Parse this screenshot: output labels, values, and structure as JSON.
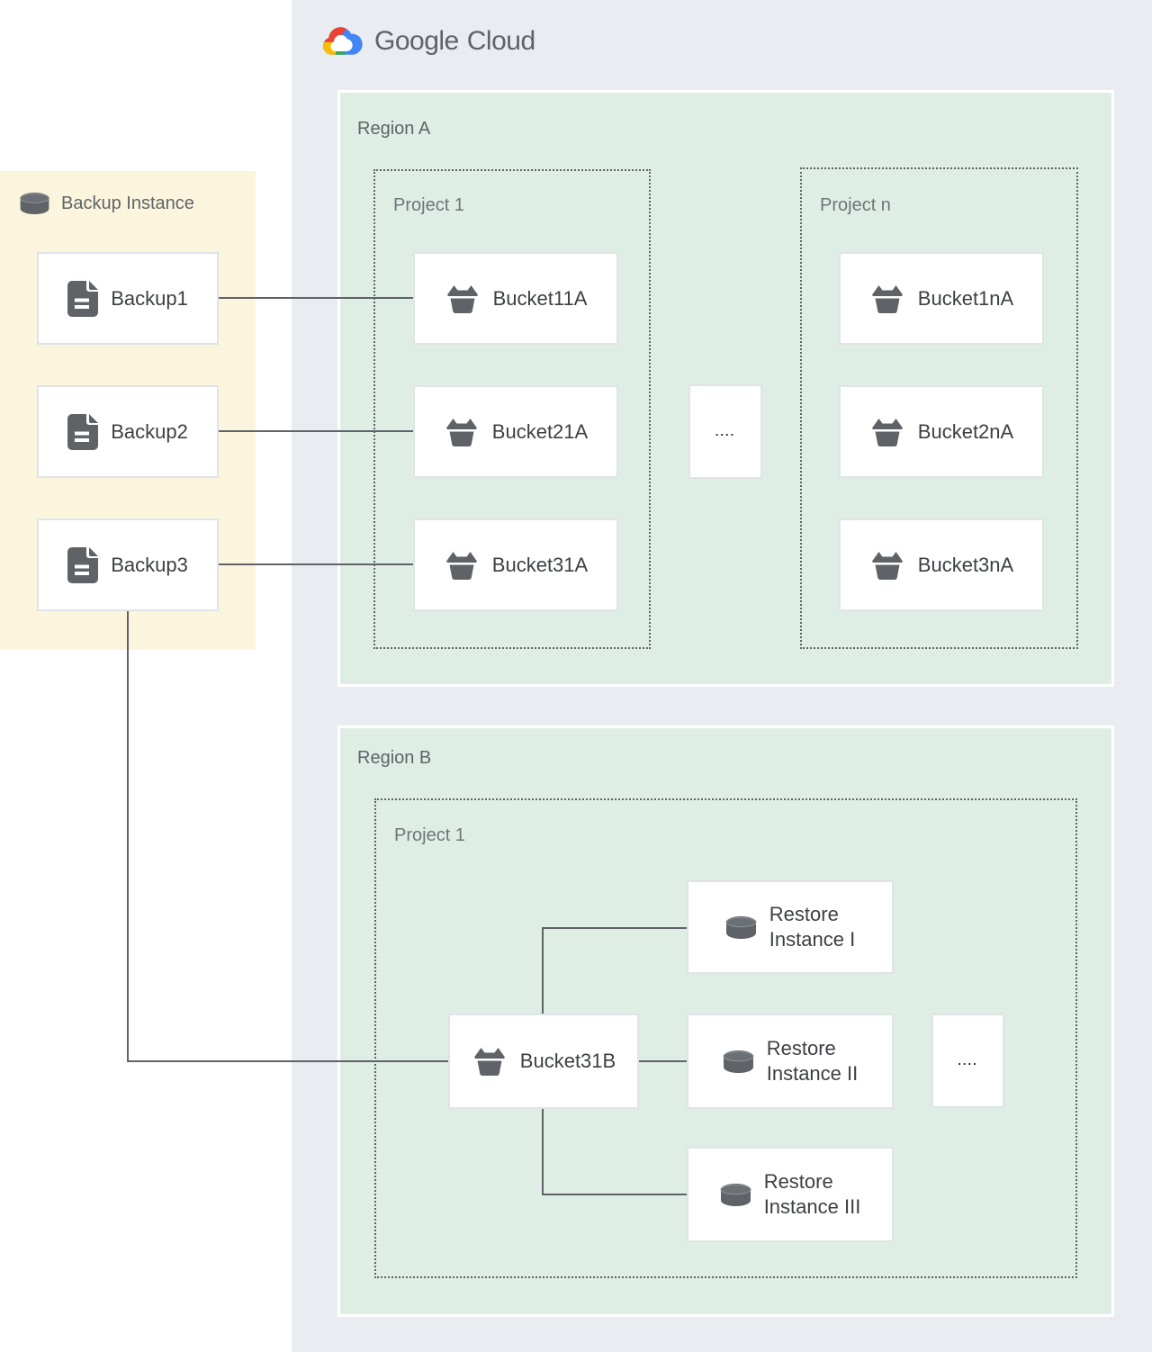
{
  "logo": {
    "brand": "Google",
    "product": "Cloud"
  },
  "backup_panel": {
    "title": "Backup Instance",
    "items": [
      {
        "label": "Backup1"
      },
      {
        "label": "Backup2"
      },
      {
        "label": "Backup3"
      }
    ]
  },
  "region_a": {
    "label": "Region A",
    "ellipsis": "....",
    "projects": [
      {
        "label": "Project 1",
        "buckets": [
          "Bucket11A",
          "Bucket21A",
          "Bucket31A"
        ]
      },
      {
        "label": "Project n",
        "buckets": [
          "Bucket1nA",
          "Bucket2nA",
          "Bucket3nA"
        ]
      }
    ]
  },
  "region_b": {
    "label": "Region B",
    "ellipsis": "....",
    "project_label": "Project 1",
    "bucket_label": "Bucket31B",
    "restore_instances": [
      {
        "line1": "Restore",
        "line2": "Instance I"
      },
      {
        "line1": "Restore",
        "line2": "Instance II"
      },
      {
        "line1": "Restore",
        "line2": "Instance III"
      }
    ]
  },
  "icons": {
    "backup_panel_header": "database-icon",
    "backup_item": "document-icon",
    "bucket": "bucket-icon",
    "restore": "database-icon",
    "logo": "google-cloud-icon"
  },
  "colors": {
    "outer_panel": "#e9ecf0",
    "region_panel": "#dfeee5",
    "backup_panel": "#fcf5de",
    "node_background": "#ffffff",
    "node_border": "#e0e3e7",
    "connector": "#5f6368",
    "icon_gray": "#5f6368",
    "text_dark": "#3c4043",
    "text_muted": "#5f6368",
    "google_red": "#ea4335",
    "google_blue": "#4285f4",
    "google_yellow": "#fbbc05",
    "google_green": "#34a853"
  }
}
